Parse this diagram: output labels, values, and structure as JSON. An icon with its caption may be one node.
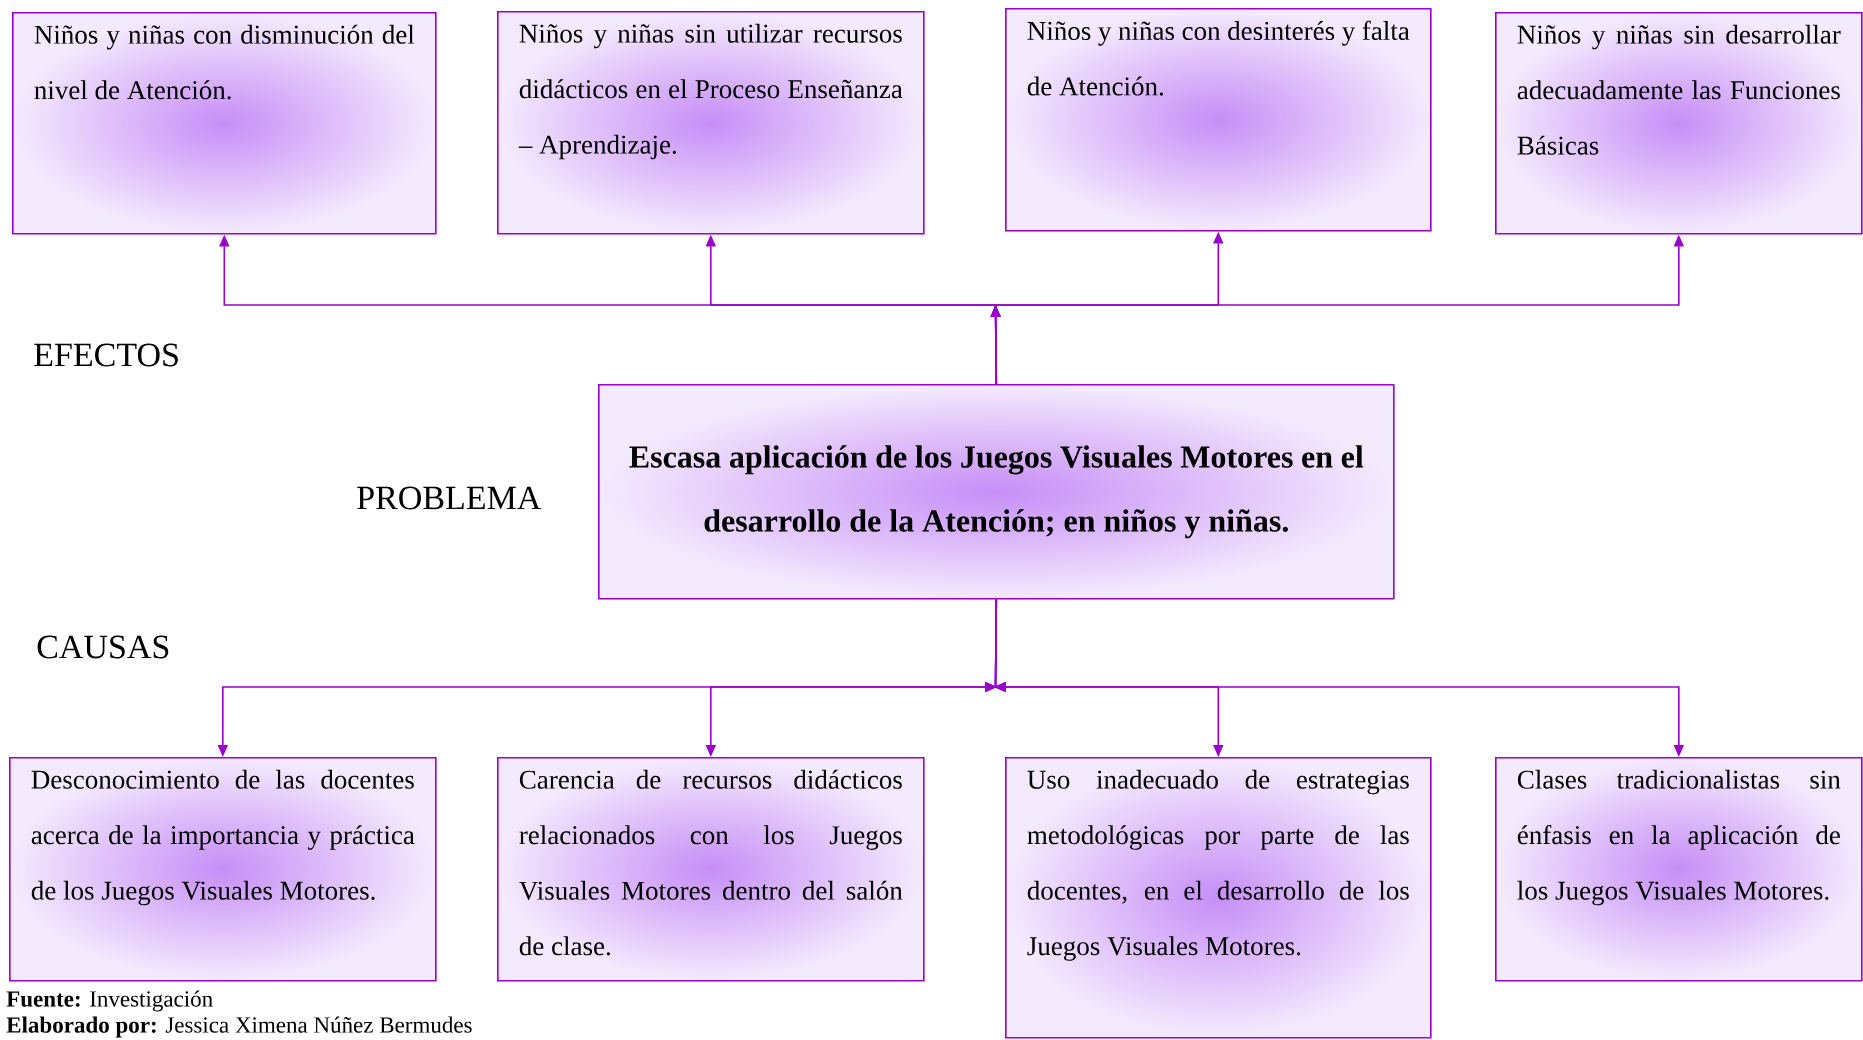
{
  "diagram": {
    "nodes": [
      {
        "text": [
          "Niños y niñas con disminución del nivel de Atención."
        ]
      },
      {
        "text": [
          "Niños y niñas sin utilizar recursos didácticos en el Proceso Enseñanza – Aprendizaje."
        ]
      },
      {
        "text": [
          "Niños y niñas con desinterés y falta de Atención."
        ]
      },
      {
        "text": [
          "Niños y niñas sin desarrollar adecuadamente las Funciones Básicas"
        ]
      },
      {
        "text": [
          "Escasa aplicación de los Juegos Visuales Motores en el desarrollo de la Atención; en niños y niñas."
        ]
      },
      {
        "text": [
          "Desconocimiento de las docentes acerca de la importancia y práctica de los Juegos Visuales Motores."
        ]
      },
      {
        "text": [
          "Carencia de recursos didácticos relacionados con los Juegos Visuales Motores dentro del salón de clase."
        ]
      },
      {
        "text": [
          "Uso inadecuado de estrategias metodológicas por parte de las docentes, en el desarrollo de los Juegos Visuales Motores."
        ]
      },
      {
        "text": [
          "Clases tradicionalistas sin énfasis en la aplicación de los Juegos Visuales Motores."
        ]
      }
    ],
    "edges": [
      {
        "from": 4,
        "to": 0,
        "arrow": "to"
      },
      {
        "from": 4,
        "to": 1,
        "arrow": "to"
      },
      {
        "from": 4,
        "to": 2,
        "arrow": "to"
      },
      {
        "from": 4,
        "to": 3,
        "arrow": "to"
      },
      {
        "from": 4,
        "to": 5,
        "arrow": "to"
      },
      {
        "from": 4,
        "to": 6,
        "arrow": "to"
      },
      {
        "from": 4,
        "to": 7,
        "arrow": "to"
      },
      {
        "from": 4,
        "to": 8,
        "arrow": "to"
      }
    ],
    "labels": [
      "EFECTOS",
      "PROBLEMA",
      "CAUSAS",
      "**Fuente:** Investigación",
      "**Elaborado por:** Jessica Ximena Núñez Bermudes"
    ]
  }
}
